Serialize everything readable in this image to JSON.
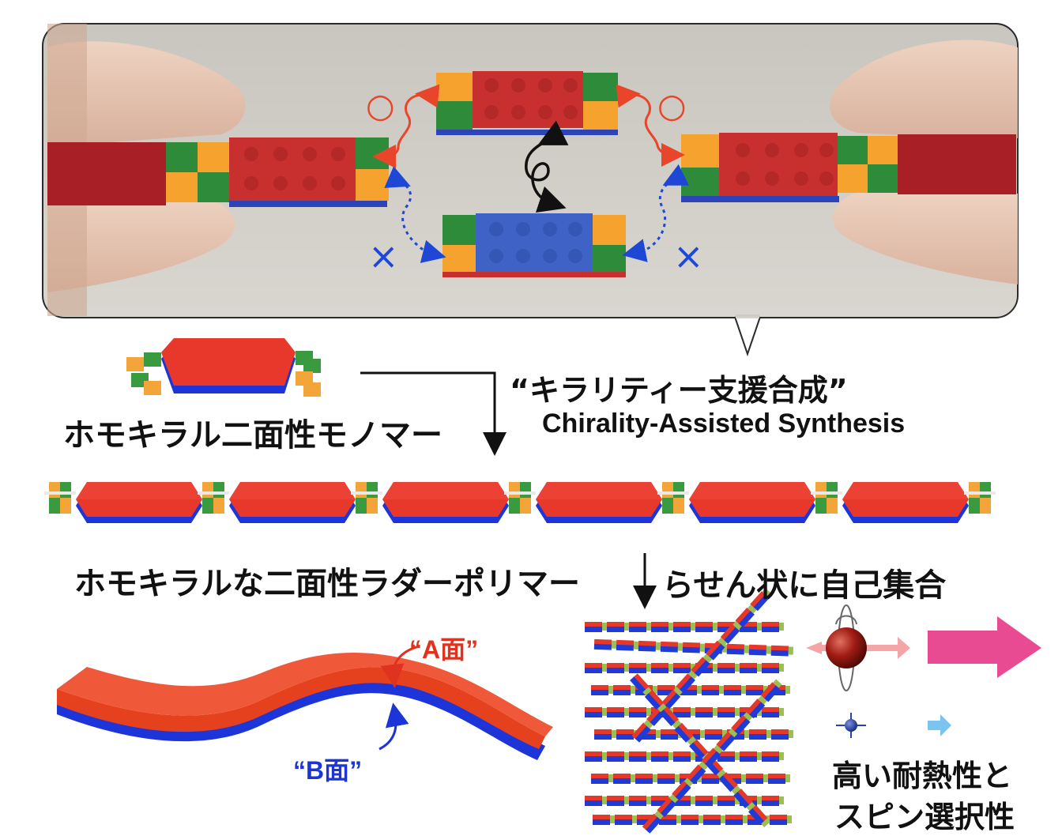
{
  "labels": {
    "monomer": "ホモキラル二面性モノマー",
    "synthesis_jp": "“キラリティー支援合成”",
    "synthesis_en": "Chirality-Assisted Synthesis",
    "polymer": "ホモキラルな二面性ラダーポリマー",
    "helix_assembly": "らせん状に自己集合",
    "face_a": "“A面”",
    "face_b": "“B面”",
    "property_line1": "高い耐熱性と",
    "property_line2": "スピン選択性"
  },
  "photo_marks": {
    "allowed": "○",
    "forbidden": "×"
  },
  "colors": {
    "brick_red": "#d23a33",
    "brick_blue": "#3f62c6",
    "brick_green": "#2e8b3a",
    "brick_orange": "#f5a32e",
    "face_a": "#e0331f",
    "face_b": "#1d35d8",
    "ok_mark": "#e8452a",
    "ng_mark": "#1f47d6",
    "arrow_pink": "#e94b93",
    "arrow_light_pink": "#f4a5a5",
    "arrow_light_blue": "#7cc4f0"
  },
  "icons": [
    "hand-icon",
    "lego-brick-icon",
    "rotate-loop-icon",
    "electron-spin-icon",
    "arrow-right-icon",
    "arrow-down-icon"
  ]
}
